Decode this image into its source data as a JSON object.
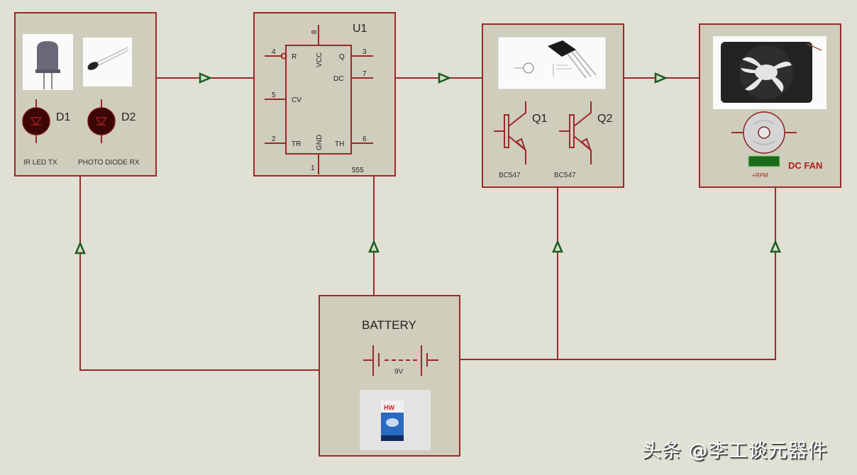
{
  "diagram": {
    "colors": {
      "background": "#e0e0d4",
      "block_fill": "#cfcdbb",
      "wire": "#9b2a2a",
      "marker": "#1e5a22",
      "text": "#222222",
      "fan_label": "#b01c1c",
      "display": "#1a6a1a"
    },
    "blocks": {
      "sensor": {
        "d1_ref": "D1",
        "d2_ref": "D2",
        "d1_label": "IR LED TX",
        "d2_label": "PHOTO DIODE RX"
      },
      "timer": {
        "ref": "U1",
        "part": "555",
        "pins": {
          "r": {
            "num": "4",
            "name": "R"
          },
          "vcc": {
            "num": "8",
            "name": "VCC"
          },
          "q": {
            "num": "3",
            "name": "Q"
          },
          "dc": {
            "num": "7",
            "name": "DC"
          },
          "cv": {
            "num": "5",
            "name": "CV"
          },
          "tr": {
            "num": "2",
            "name": "TR"
          },
          "gnd": {
            "num": "1",
            "name": "GND"
          },
          "th": {
            "num": "6",
            "name": "TH"
          }
        }
      },
      "driver": {
        "q1_ref": "Q1",
        "q2_ref": "Q2",
        "q1_part": "BC547",
        "q2_part": "BC547"
      },
      "fan": {
        "label": "DC FAN",
        "rpm_label": "+RPM"
      },
      "battery": {
        "title": "BATTERY",
        "voltage": "9V"
      }
    },
    "watermark": "头条 @李工谈元器件"
  }
}
